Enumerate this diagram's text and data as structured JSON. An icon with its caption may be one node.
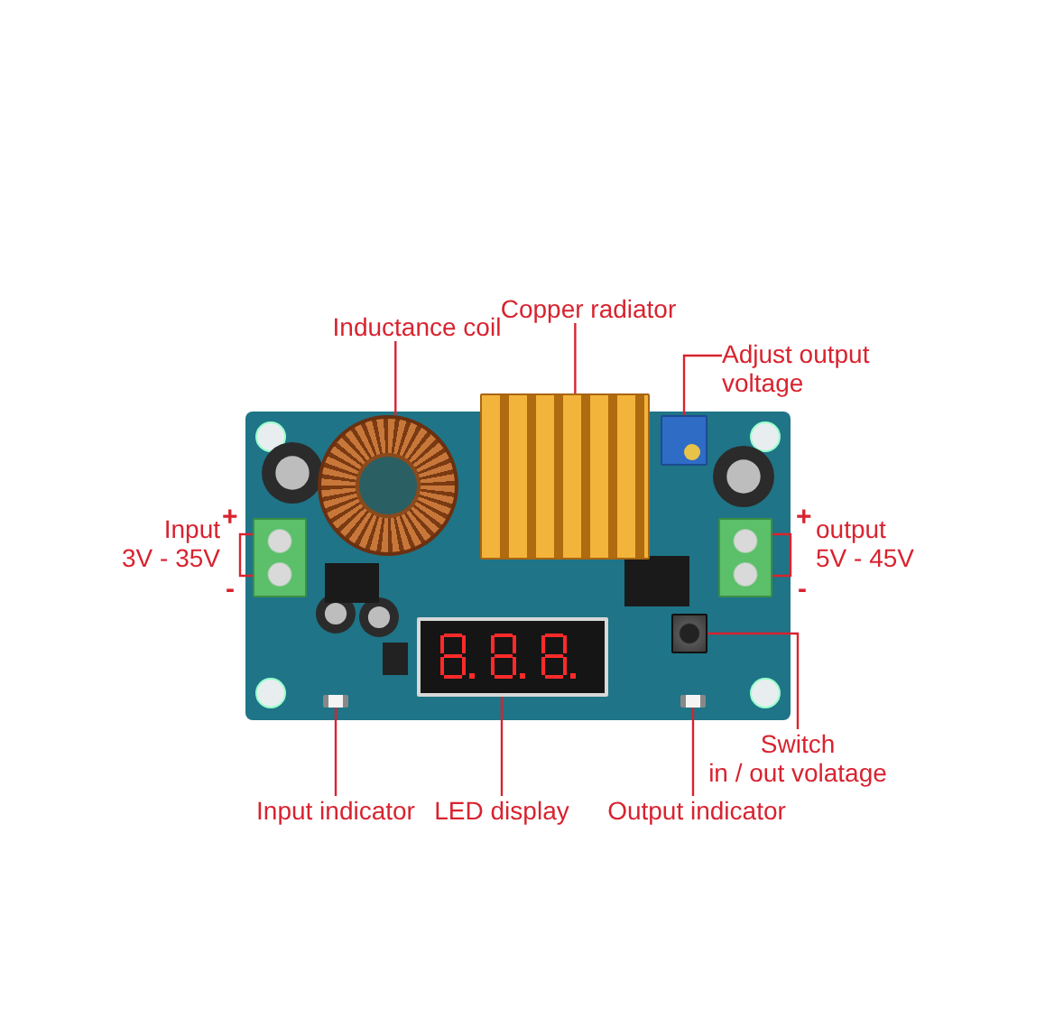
{
  "diagram": {
    "nodes": [
      {
        "text": [
          "Inductance coil"
        ]
      },
      {
        "text": [
          "Copper radiator"
        ]
      },
      {
        "text": [
          "Adjust output voltage"
        ]
      },
      {
        "text": [
          "Input",
          "3V - 35V"
        ]
      },
      {
        "text": [
          "output",
          "5V - 45V"
        ]
      },
      {
        "text": [
          "Switch",
          "in / out volatage"
        ]
      },
      {
        "text": [
          "Input indicator"
        ]
      },
      {
        "text": [
          "LED display"
        ]
      },
      {
        "text": [
          "Output indicator"
        ]
      },
      {
        "text": [],
        "shape": "circle"
      },
      {
        "text": [],
        "shape": "box"
      },
      {
        "text": [],
        "shape": "box"
      },
      {
        "text": [],
        "shape": "box"
      },
      {
        "text": [],
        "shape": "box"
      },
      {
        "text": [],
        "shape": "box"
      },
      {
        "text": [],
        "shape": "box"
      },
      {
        "text": [],
        "shape": "box"
      },
      {
        "text": [],
        "shape": "box"
      }
    ],
    "edges": [
      {
        "from": 0,
        "to": 9,
        "arrow": "none"
      },
      {
        "from": 1,
        "to": 10,
        "arrow": "none"
      },
      {
        "from": 2,
        "to": 11,
        "arrow": "none"
      },
      {
        "from": 5,
        "to": 14,
        "arrow": "none"
      },
      {
        "from": 6,
        "to": 15,
        "arrow": "none"
      },
      {
        "from": 7,
        "to": 16,
        "arrow": "none"
      },
      {
        "from": 8,
        "to": 17,
        "arrow": "none"
      }
    ],
    "labels": [
      "+",
      "-",
      "+",
      "-"
    ]
  }
}
